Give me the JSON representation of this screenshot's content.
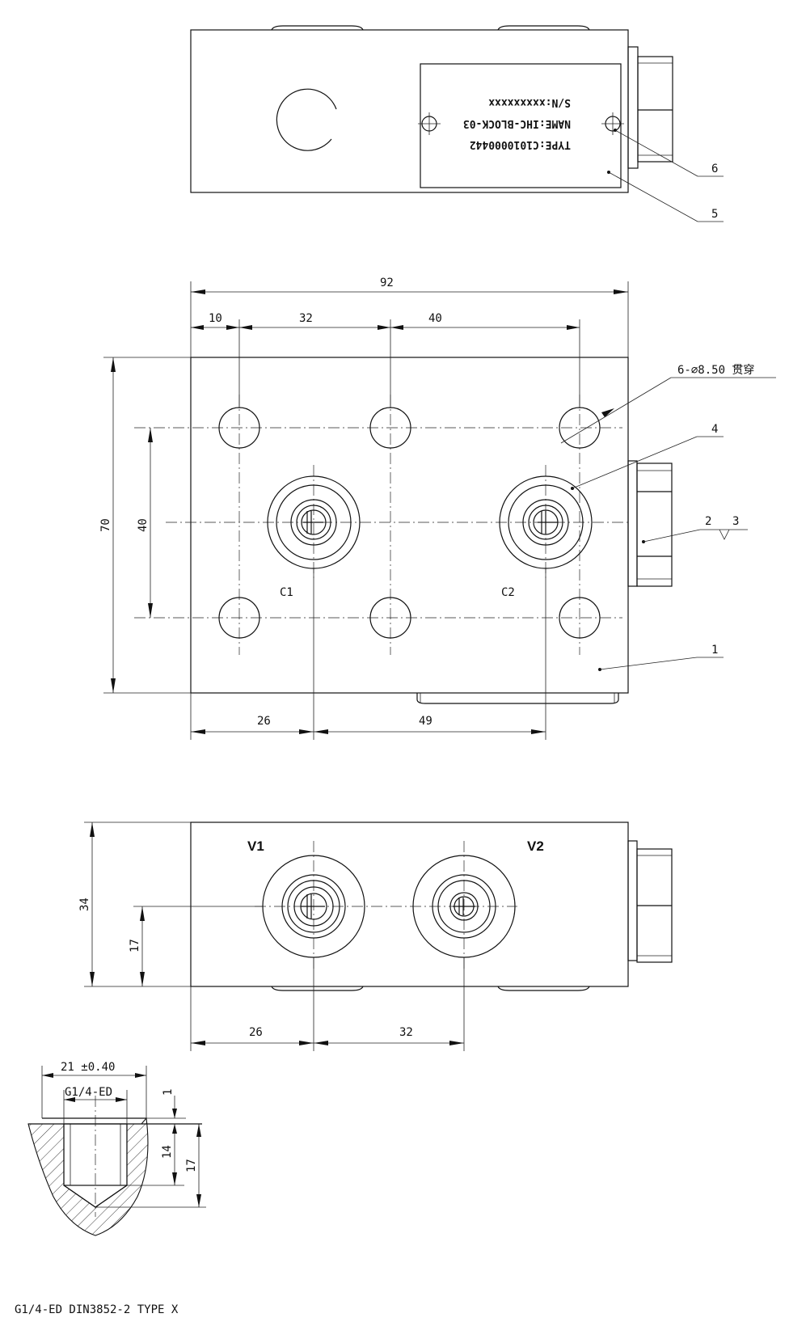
{
  "nameplate": {
    "type_line": "TYPE:C1010000442",
    "name_line": "NAME:IHC-BLOCK-03",
    "sn_line": "S/N:xxxxxxxxx"
  },
  "balloons": {
    "b1": "1",
    "b2": "2",
    "b3": "3",
    "b4": "4",
    "b5": "5",
    "b6": "6"
  },
  "front_view": {
    "dim_total_width": "92",
    "dim_10": "10",
    "dim_32": "32",
    "dim_40_top": "40",
    "dim_height": "70",
    "dim_40_side": "40",
    "dim_26": "26",
    "dim_49": "49",
    "hole_callout": "6-∅8.50 贯穿",
    "port_c1": "C1",
    "port_c2": "C2"
  },
  "bottom_view": {
    "port_v1": "V1",
    "port_v2": "V2",
    "dim_34": "34",
    "dim_17": "17",
    "dim_26": "26",
    "dim_32": "32"
  },
  "detail_view": {
    "dim_21": "21 ±0.40",
    "thread": "G1/4-ED",
    "dim_1": "1",
    "dim_14": "14",
    "dim_17": "17"
  },
  "footer_note": "G1/4-ED DIN3852-2 TYPE X"
}
